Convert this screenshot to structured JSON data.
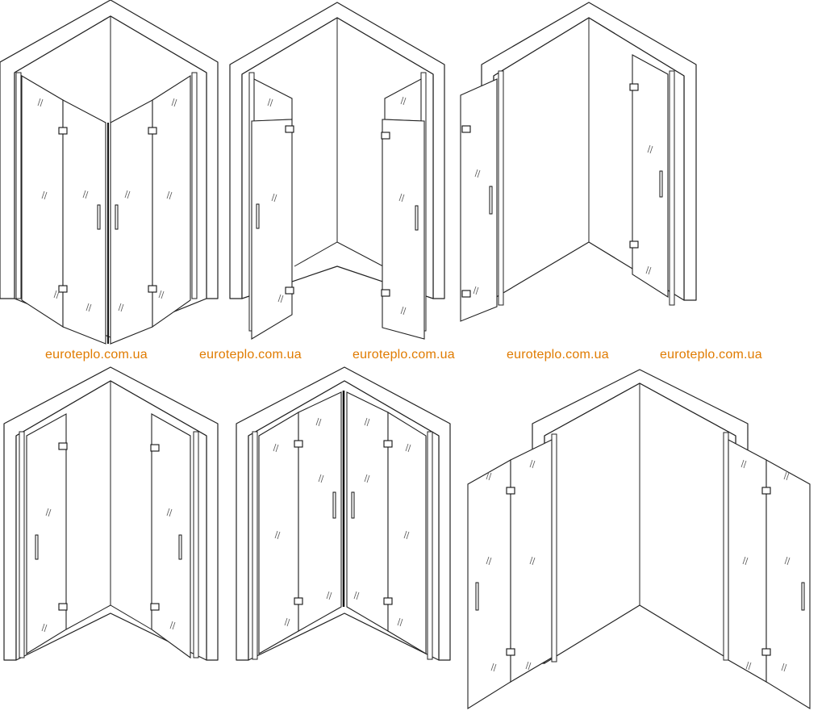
{
  "watermarks": [
    {
      "text": "euroteplo.com.ua"
    },
    {
      "text": "euroteplo.com.ua"
    },
    {
      "text": "euroteplo.com.ua"
    },
    {
      "text": "euroteplo.com.ua"
    },
    {
      "text": "euroteplo.com.ua"
    }
  ],
  "accent_color": "#e07b00",
  "line_color": "#222222"
}
